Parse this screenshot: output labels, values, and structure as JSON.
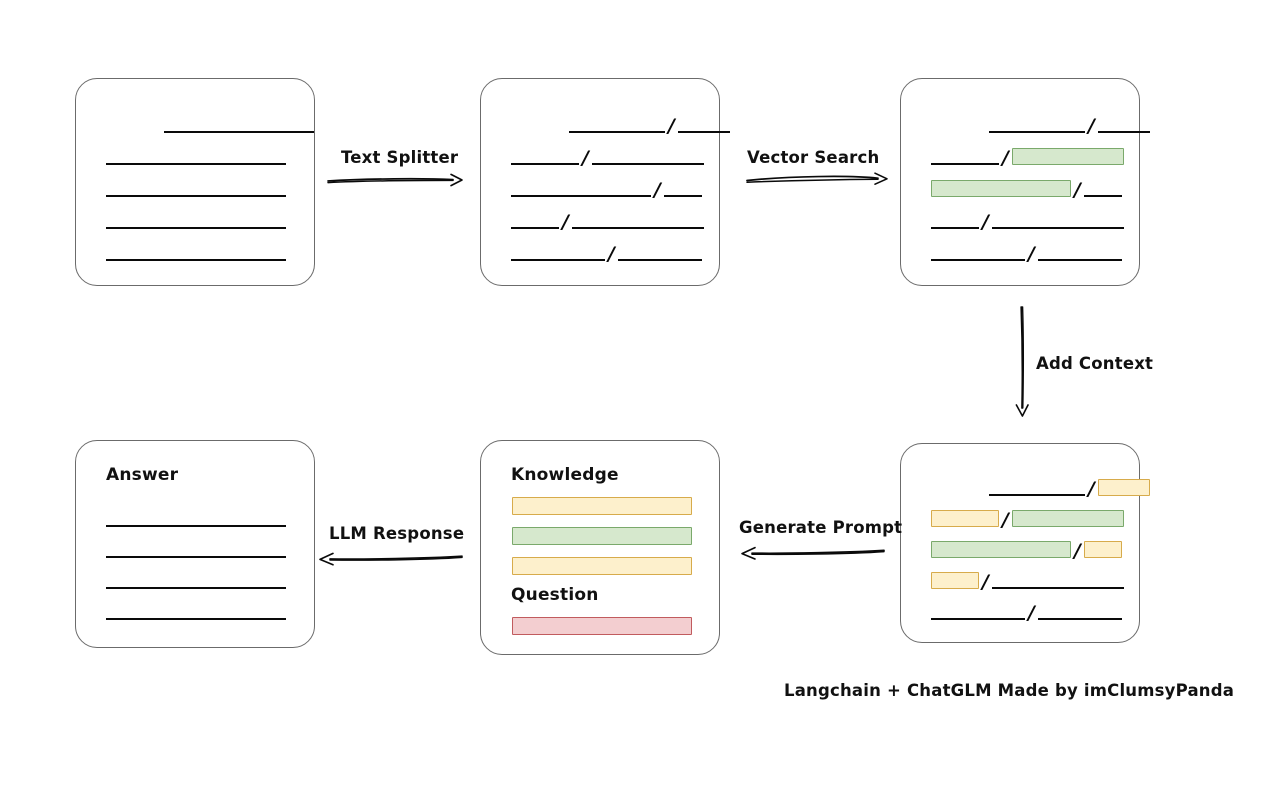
{
  "diagram": {
    "caption": "Langchain + ChatGLM Made by imClumsyPanda",
    "colors": {
      "highlight_knowledge_yellow_fill": "#fdf0cc",
      "highlight_knowledge_yellow_border": "#d7ab4b",
      "highlight_matched_green_fill": "#d6e8cd",
      "highlight_matched_green_border": "#7aa96b",
      "highlight_question_red_fill": "#f3ced0",
      "highlight_question_red_border": "#c15b5e",
      "card_border": "#6b6b6b",
      "rule_line": "#0a0a0a"
    },
    "slash": "/"
  },
  "arrows": [
    {
      "id": "text-splitter",
      "label": "Text Splitter",
      "direction": "right"
    },
    {
      "id": "vector-search",
      "label": "Vector Search",
      "direction": "right"
    },
    {
      "id": "add-context",
      "label": "Add Context",
      "direction": "down"
    },
    {
      "id": "generate-prompt",
      "label": "Generate Prompt",
      "direction": "left"
    },
    {
      "id": "llm-response",
      "label": "LLM Response",
      "direction": "left"
    }
  ],
  "cards": {
    "source_document": {
      "name": "source-document",
      "title": "",
      "rows": [
        {
          "segments": [
            {
              "type": "rule",
              "width": 150,
              "indent": 58
            }
          ]
        },
        {
          "segments": [
            {
              "type": "rule",
              "width": 180,
              "indent": 0
            }
          ]
        },
        {
          "segments": [
            {
              "type": "rule",
              "width": 180,
              "indent": 0
            }
          ]
        },
        {
          "segments": [
            {
              "type": "rule",
              "width": 180,
              "indent": 0
            }
          ]
        },
        {
          "segments": [
            {
              "type": "rule",
              "width": 180,
              "indent": 0
            }
          ]
        }
      ]
    },
    "split_document": {
      "name": "split-document",
      "title": "",
      "rows": [
        {
          "indent": 58,
          "segments": [
            {
              "type": "rule",
              "width": 96
            },
            {
              "type": "slash"
            },
            {
              "type": "rule",
              "width": 52
            }
          ]
        },
        {
          "indent": 0,
          "segments": [
            {
              "type": "rule",
              "width": 68
            },
            {
              "type": "slash"
            },
            {
              "type": "rule",
              "width": 112
            }
          ]
        },
        {
          "indent": 0,
          "segments": [
            {
              "type": "rule",
              "width": 140
            },
            {
              "type": "slash"
            },
            {
              "type": "rule",
              "width": 38
            }
          ]
        },
        {
          "indent": 0,
          "segments": [
            {
              "type": "rule",
              "width": 48
            },
            {
              "type": "slash"
            },
            {
              "type": "rule",
              "width": 132
            }
          ]
        },
        {
          "indent": 0,
          "segments": [
            {
              "type": "rule",
              "width": 94
            },
            {
              "type": "slash"
            },
            {
              "type": "rule",
              "width": 84
            }
          ]
        }
      ]
    },
    "matched_document": {
      "name": "matched-document",
      "title": "",
      "rows": [
        {
          "indent": 58,
          "segments": [
            {
              "type": "rule",
              "width": 96
            },
            {
              "type": "slash"
            },
            {
              "type": "rule",
              "width": 52
            }
          ]
        },
        {
          "indent": 0,
          "segments": [
            {
              "type": "rule",
              "width": 68
            },
            {
              "type": "slash"
            },
            {
              "type": "block",
              "color": "green",
              "width": 112
            }
          ]
        },
        {
          "indent": 0,
          "segments": [
            {
              "type": "block",
              "color": "green",
              "width": 140
            },
            {
              "type": "slash"
            },
            {
              "type": "rule",
              "width": 38
            }
          ]
        },
        {
          "indent": 0,
          "segments": [
            {
              "type": "rule",
              "width": 48
            },
            {
              "type": "slash"
            },
            {
              "type": "rule",
              "width": 132
            }
          ]
        },
        {
          "indent": 0,
          "segments": [
            {
              "type": "rule",
              "width": 94
            },
            {
              "type": "slash"
            },
            {
              "type": "rule",
              "width": 84
            }
          ]
        }
      ]
    },
    "context_document": {
      "name": "context-document",
      "title": "",
      "rows": [
        {
          "indent": 58,
          "segments": [
            {
              "type": "rule",
              "width": 96
            },
            {
              "type": "slash"
            },
            {
              "type": "block",
              "color": "yellow",
              "width": 52
            }
          ]
        },
        {
          "indent": 0,
          "segments": [
            {
              "type": "block",
              "color": "yellow",
              "width": 68
            },
            {
              "type": "slash"
            },
            {
              "type": "block",
              "color": "green",
              "width": 112
            }
          ]
        },
        {
          "indent": 0,
          "segments": [
            {
              "type": "block",
              "color": "green",
              "width": 140
            },
            {
              "type": "slash"
            },
            {
              "type": "block",
              "color": "yellow",
              "width": 38
            }
          ]
        },
        {
          "indent": 0,
          "segments": [
            {
              "type": "block",
              "color": "yellow",
              "width": 48
            },
            {
              "type": "slash"
            },
            {
              "type": "rule",
              "width": 132
            }
          ]
        },
        {
          "indent": 0,
          "segments": [
            {
              "type": "rule",
              "width": 94
            },
            {
              "type": "slash"
            },
            {
              "type": "rule",
              "width": 84
            }
          ]
        }
      ]
    },
    "prompt": {
      "name": "prompt-card",
      "knowledge_label": "Knowledge",
      "question_label": "Question",
      "knowledge_bars": [
        {
          "color": "yellow"
        },
        {
          "color": "green"
        },
        {
          "color": "yellow"
        }
      ],
      "question_bars": [
        {
          "color": "red"
        }
      ]
    },
    "answer": {
      "name": "answer-card",
      "title": "Answer",
      "rows": [
        {
          "segments": [
            {
              "type": "rule",
              "width": 180,
              "indent": 0
            }
          ]
        },
        {
          "segments": [
            {
              "type": "rule",
              "width": 180,
              "indent": 0
            }
          ]
        },
        {
          "segments": [
            {
              "type": "rule",
              "width": 180,
              "indent": 0
            }
          ]
        },
        {
          "segments": [
            {
              "type": "rule",
              "width": 180,
              "indent": 0
            }
          ]
        }
      ]
    }
  }
}
